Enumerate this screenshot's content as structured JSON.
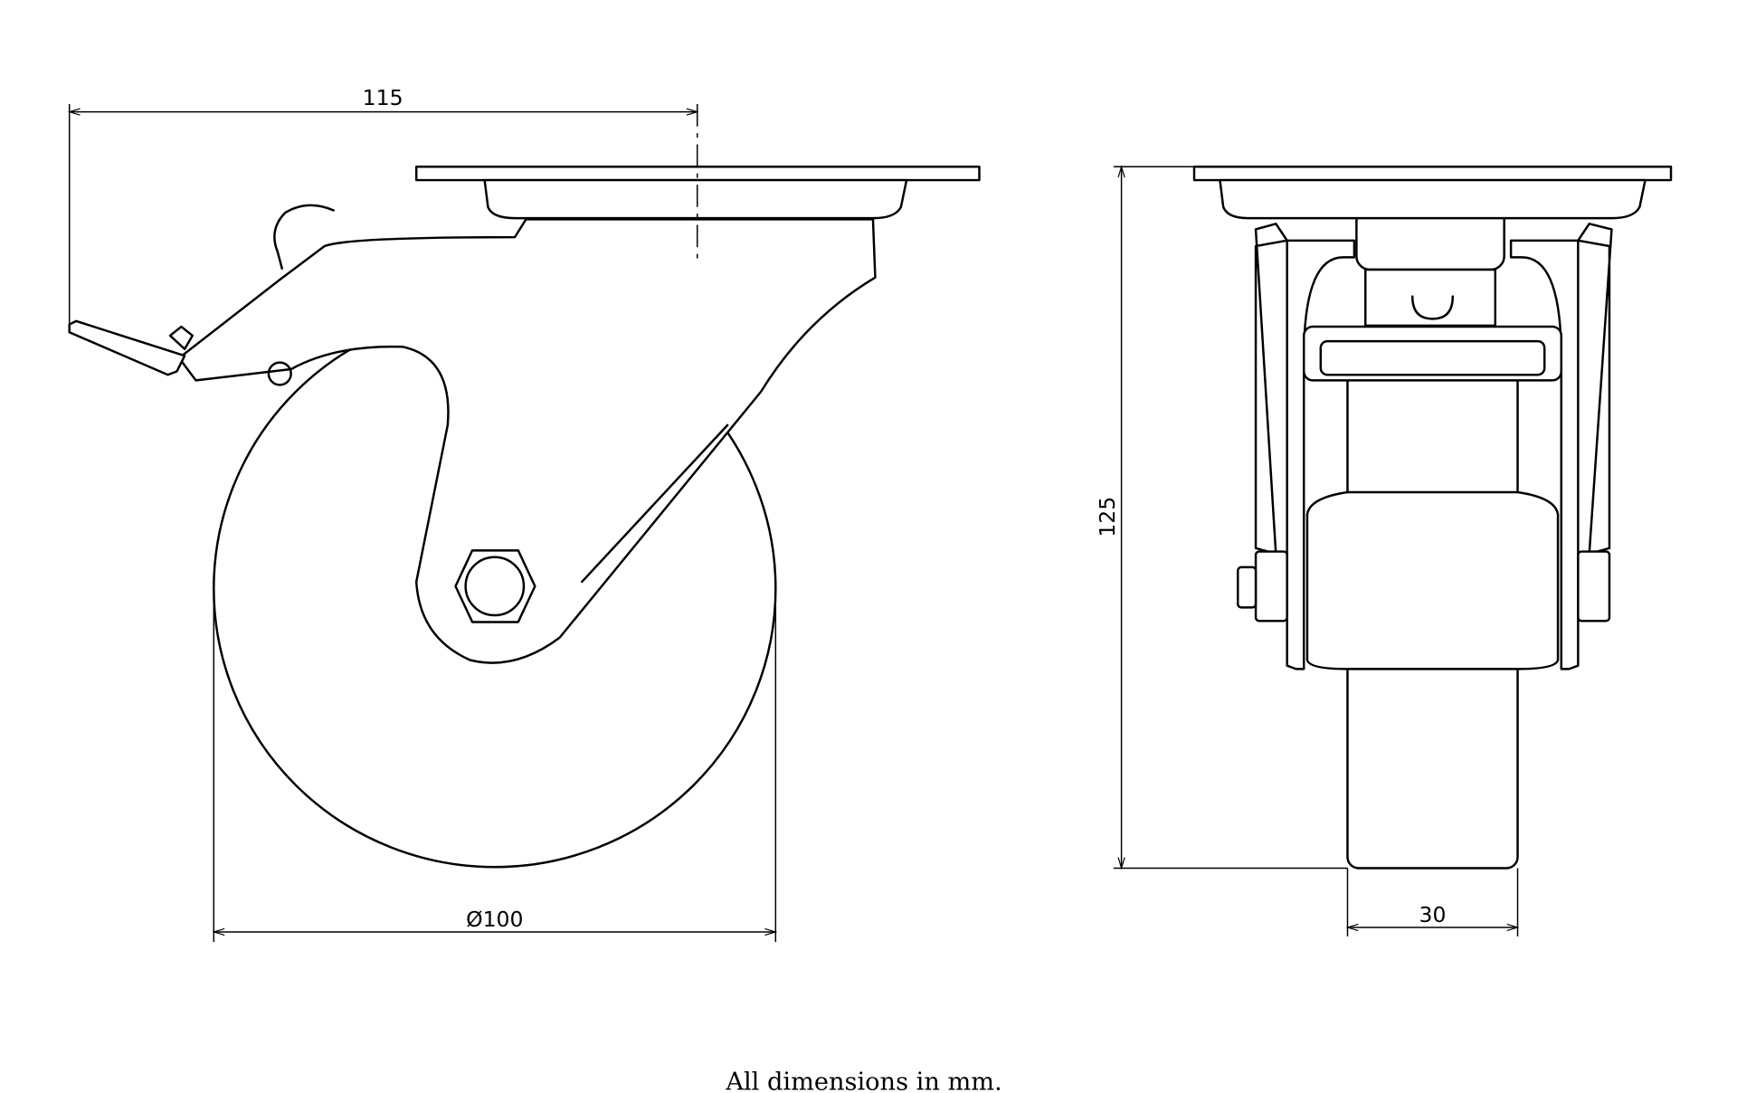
{
  "drawing": {
    "dimensions": {
      "overall_reach": "115",
      "overall_height": "125",
      "wheel_diameter": "Ø100",
      "wheel_width": "30"
    },
    "caption": "All dimensions in mm."
  }
}
